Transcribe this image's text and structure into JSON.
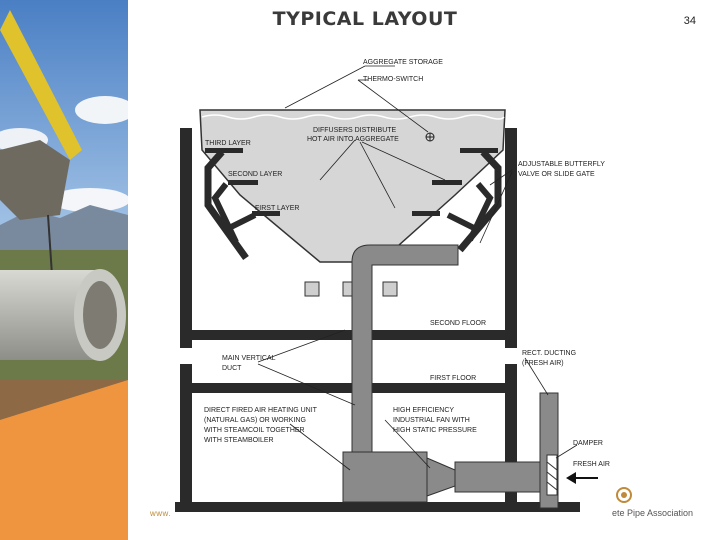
{
  "title": "TYPICAL LAYOUT",
  "page_number": "34",
  "labels": {
    "aggregate_storage": "AGGREGATE STORAGE",
    "thermo_switch": "THERMO-SWITCH",
    "third_layer": "THIRD LAYER",
    "diffusers_line1": "DIFFUSERS DISTRIBUTE",
    "diffusers_line2": "HOT AIR INTO AGGREGATE",
    "second_layer": "SECOND LAYER",
    "first_layer": "FIRST LAYER",
    "butterfly_line1": "ADJUSTABLE BUTTERFLY",
    "butterfly_line2": "VALVE OR SLIDE GATE",
    "second_floor": "SECOND FLOOR",
    "main_duct_line1": "MAIN VERTICAL",
    "main_duct_line2": "DUCT",
    "rect_duct_line1": "RECT. DUCTING",
    "rect_duct_line2": "(FRESH AIR)",
    "first_floor": "FIRST FLOOR",
    "heating_line1": "DIRECT FIRED AIR HEATING UNIT",
    "heating_line2": "(NATURAL GAS) OR WORKING",
    "heating_line3": "WITH STEAMCOIL TOGETHER",
    "heating_line4": "WITH STEAMBOILER",
    "fan_line1": "HIGH EFFICIENCY",
    "fan_line2": "INDUSTRIAL FAN WITH",
    "fan_line3": "HIGH STATIC PRESSURE",
    "damper": "DAMPER",
    "fresh_air": "FRESH AIR"
  },
  "footer": {
    "url_fragment": "www.",
    "association_fragment": "ete Pipe Association"
  },
  "colors": {
    "structure": "#2a2a2a",
    "hopper_fill": "#d6d6d6",
    "duct_fill": "#8a8a8a",
    "accent_orange": "#f0953f"
  }
}
